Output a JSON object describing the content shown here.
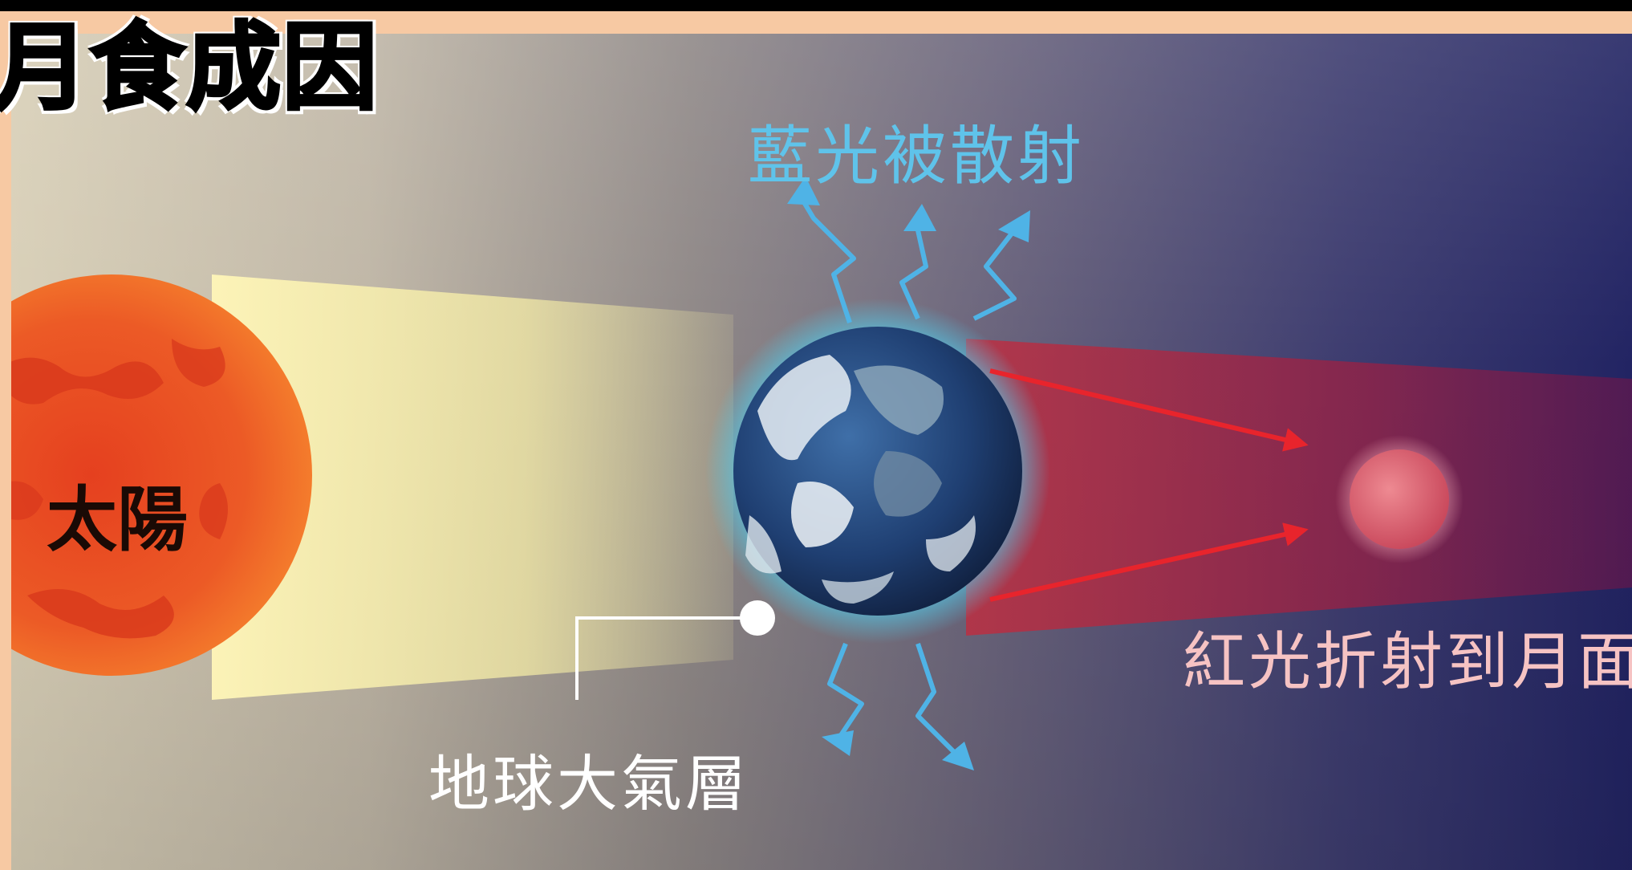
{
  "title": "月食成因",
  "labels": {
    "sun": "太陽",
    "blue_scatter": "藍光被散射",
    "red_refract": "紅光折射到月面",
    "atmosphere": "地球大氣層"
  },
  "colors": {
    "frame": "#f7c9a3",
    "sun": "#f0602a",
    "blue_arrow": "#4fb3e6",
    "red_arrow": "#e8242c",
    "moon": "#e46a78",
    "earth_glow": "#4fd0f0"
  },
  "icons": [
    "sun-icon",
    "earth-icon",
    "moon-icon"
  ]
}
